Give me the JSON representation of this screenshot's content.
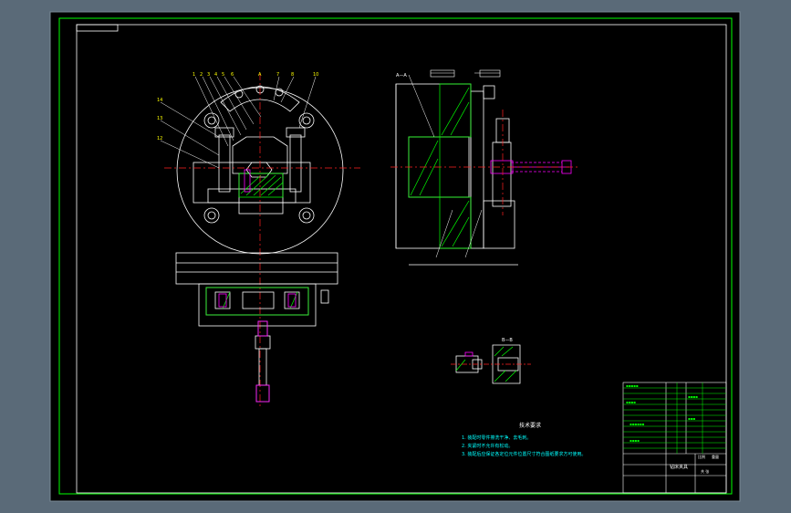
{
  "colors": {
    "viewport_bg": "#5a6a78",
    "sheet_bg": "#000000",
    "outline": "#00ff00",
    "centerline": "#ff2020",
    "part": "#ffffff",
    "hatch": "#00ff00",
    "highlight": "#ff00ff",
    "note_text": "#00ffff",
    "title_text": "#00ff00"
  },
  "notes": {
    "heading": "技术要求",
    "items": [
      "1. 装配时零件擦洗干净、去毛刺。",
      "2. 夹紧时不允许有松动。",
      "3. 装配后应保证各定位元件位置尺寸符合图纸要求方可使用。"
    ]
  },
  "title_block": {
    "drawing_name": "钻床夹具",
    "material": "",
    "scale_label": "比例",
    "weight_label": "重量",
    "sheet_label": "共 张",
    "rows": [
      "标记",
      "处数",
      "分区",
      "更改文件号",
      "签名",
      "年月日"
    ]
  },
  "section_labels": {
    "top": "A—A",
    "detail": "B—B"
  },
  "icons": {
    "drill_jig": "drill-jig-icon"
  }
}
